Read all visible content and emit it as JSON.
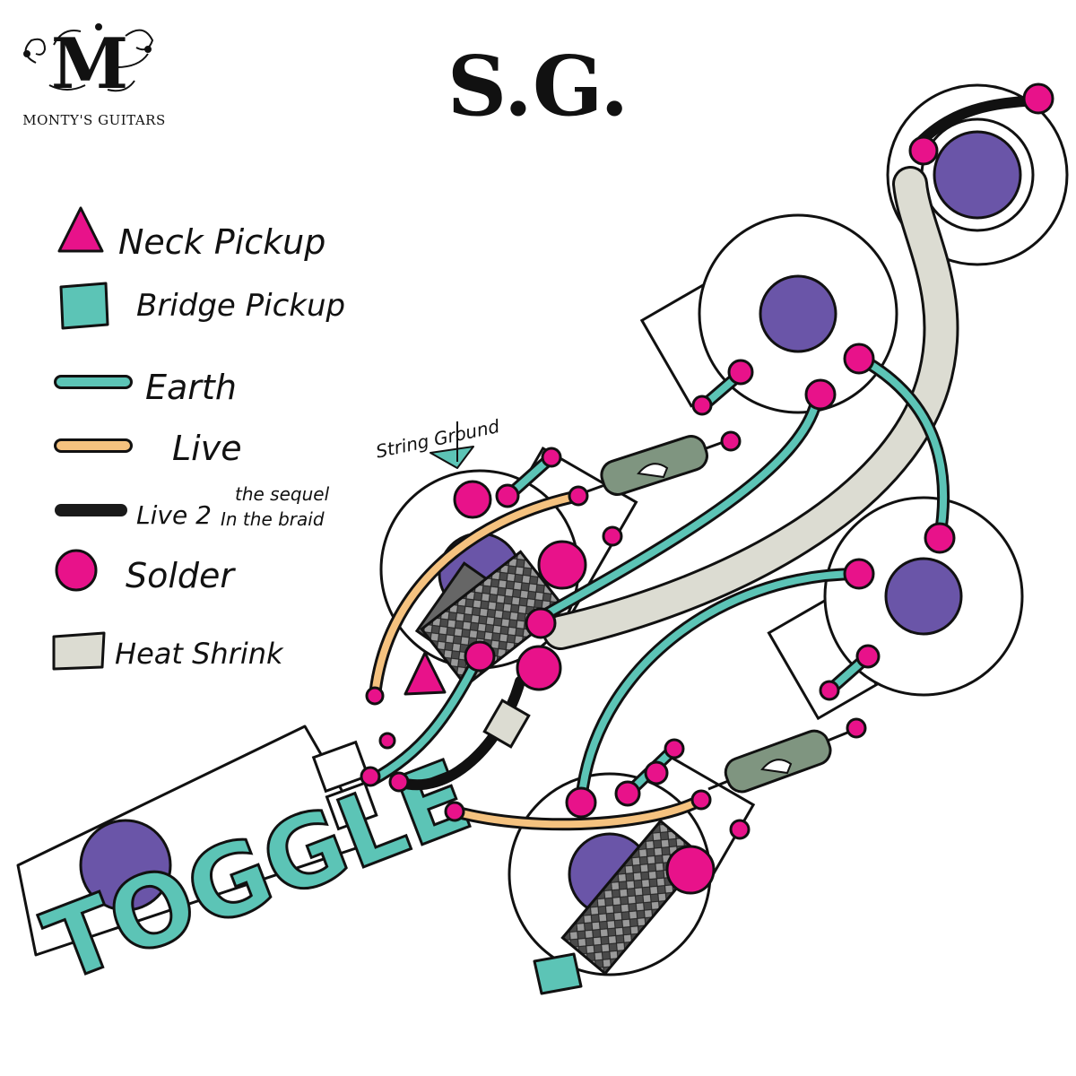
{
  "brand": {
    "monogram": "M",
    "name": "MONTY'S GUITARS"
  },
  "title": "S.G.",
  "legend": {
    "neck_pickup": "Neck Pickup",
    "bridge_pickup": "Bridge Pickup",
    "earth": "Earth",
    "live": "Live",
    "live2": "Live 2",
    "live2_note_line1": "the sequel",
    "live2_note_line2": "In the braid",
    "solder": "Solder",
    "heat_shrink": "Heat Shrink"
  },
  "annotations": {
    "string_ground": "String Ground",
    "toggle": "TOGGLE"
  },
  "colors": {
    "earth": "#5cc4b6",
    "live": "#f5c27f",
    "live2": "#1a1a1a",
    "solder": "#e8128a",
    "heat_shrink": "#dcdcd2",
    "pot_shaft": "#6a55a8",
    "capacitor": "#7f9580",
    "neck_pickup": "#e8128a",
    "bridge_pickup": "#5cc4b6"
  }
}
